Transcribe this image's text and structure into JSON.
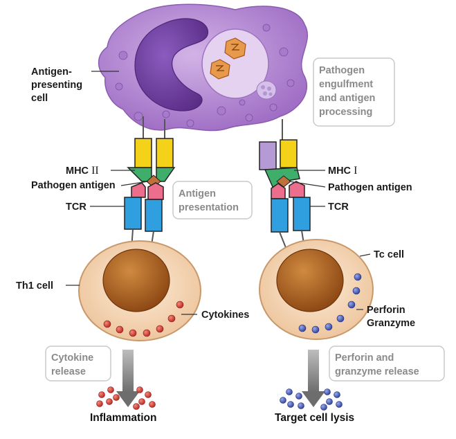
{
  "labels": {
    "apc": [
      "Antigen-",
      "presenting",
      "cell"
    ],
    "mhc2_prefix": "MHC ",
    "mhc2_roman": "II",
    "mhc1_prefix": "MHC ",
    "mhc1_roman": "I",
    "pathogen_antigen_left": "Pathogen antigen",
    "pathogen_antigen_right": "Pathogen antigen",
    "tcr_left": "TCR",
    "tcr_right": "TCR",
    "th1": "Th1 cell",
    "tc": "Tc cell",
    "cytokines": "Cytokines",
    "perforin": "Perforin",
    "granzyme": "Granzyme",
    "inflammation": "Inflammation",
    "target_lysis": "Target cell lysis"
  },
  "process_boxes": {
    "engulfment": [
      "Pathogen",
      "engulfment",
      "and antigen",
      "processing"
    ],
    "presentation": [
      "Antigen",
      "presentation"
    ],
    "cytokine_release": [
      "Cytokine",
      "release"
    ],
    "perforin_release": [
      "Perforin and",
      "granzyme release"
    ]
  },
  "colors": {
    "apc_fill": "#b98fd2",
    "apc_nucleus": "#6f3f9e",
    "mhc_yellow": "#f5d21a",
    "mhc_green": "#3fae6a",
    "mhc_lavender": "#b59ad6",
    "tcr_pink": "#ec6d8c",
    "tcr_blue": "#2f9fe0",
    "cell_fill": "#f6dcc0",
    "cell_nucleus": "#a65a1e",
    "cytokine_red": "#d9403c",
    "perforin_blue": "#4a5fb8",
    "arrow_gray": "#7b7b7b"
  }
}
